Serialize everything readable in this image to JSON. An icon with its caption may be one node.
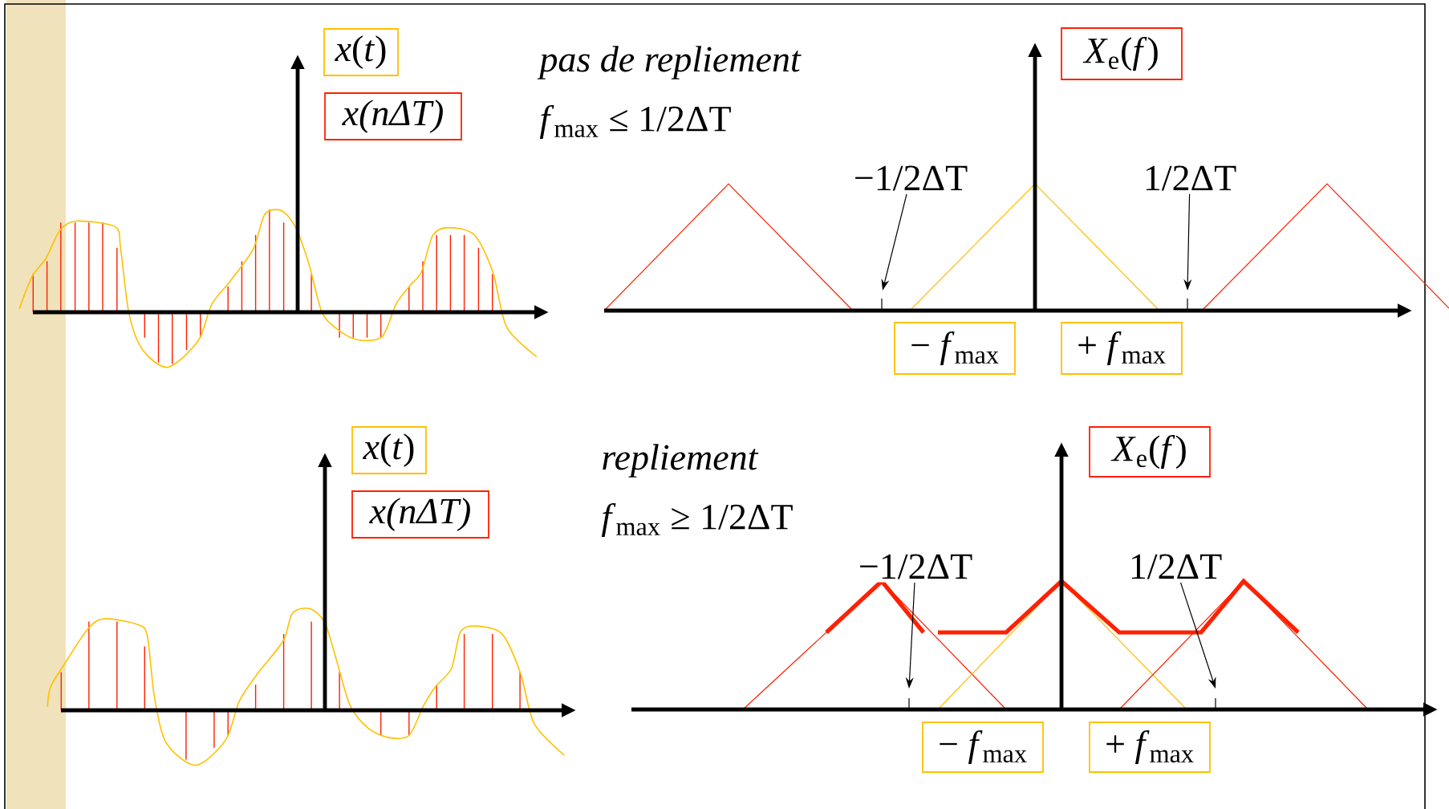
{
  "diagram": {
    "nodes": [
      {
        "text": [
          "*x*(*t*)"
        ]
      },
      {
        "text": [
          "x(nΔT)"
        ]
      },
      {
        "text": [
          "*X*$_{e}$(*f*)"
        ]
      },
      {
        "text": [
          "−1/2ΔT"
        ]
      },
      {
        "text": [
          "1/2ΔT"
        ]
      },
      {
        "text": [
          "− *f*$_{max}$"
        ]
      },
      {
        "text": [
          "+ *f*$_{max}$"
        ]
      },
      {
        "text": [
          "*x*(*t*)"
        ]
      },
      {
        "text": [
          "x(nΔT)"
        ]
      },
      {
        "text": [
          "*X*$_{e}$(*f*)"
        ]
      },
      {
        "text": [
          "−1/2ΔT"
        ]
      },
      {
        "text": [
          "1/2ΔT"
        ]
      },
      {
        "text": [
          "− *f*$_{max}$"
        ]
      },
      {
        "text": [
          "+ *f*$_{max}$"
        ]
      }
    ],
    "edges": [
      {
        "from": 3,
        "to": null,
        "arrow": "to"
      },
      {
        "from": 4,
        "to": null,
        "arrow": "to"
      },
      {
        "from": 10,
        "to": null,
        "arrow": "to"
      },
      {
        "from": 11,
        "to": null,
        "arrow": "to"
      }
    ],
    "labels": [
      "pas de repliement",
      "*f*$_{max}$ ≤ 1/2ΔT",
      "repliement",
      "*f*$_{max}$ ≥ 1/2ΔT"
    ]
  }
}
